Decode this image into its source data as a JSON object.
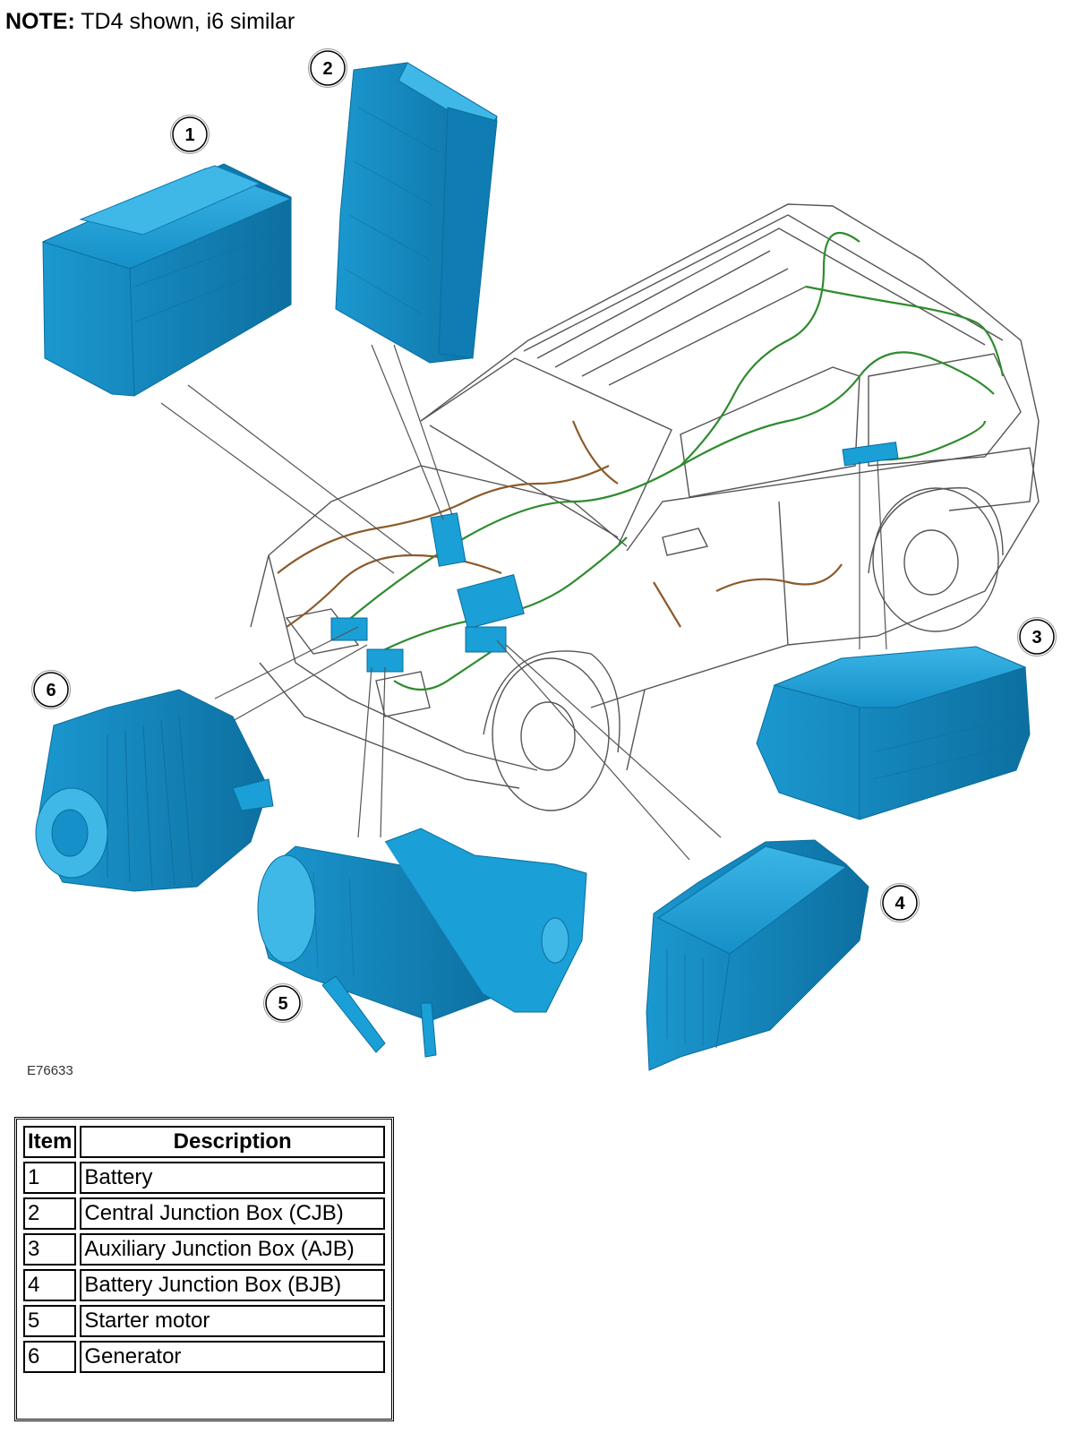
{
  "note": {
    "label": "NOTE:",
    "text": " TD4 shown, i6 similar"
  },
  "figure_id": "E76633",
  "callouts": [
    "1",
    "2",
    "3",
    "4",
    "5",
    "6"
  ],
  "colors": {
    "component": "#1a9fd6",
    "component_dark": "#0a6e9c",
    "wiring_green": "#2e8b2e",
    "wiring_brown": "#8b5a2b"
  },
  "legend": {
    "headers": {
      "item": "Item",
      "description": "Description"
    },
    "rows": [
      {
        "item": "1",
        "description": "Battery"
      },
      {
        "item": "2",
        "description": "Central Junction Box (CJB)"
      },
      {
        "item": "3",
        "description": "Auxiliary Junction Box (AJB)"
      },
      {
        "item": "4",
        "description": "Battery Junction Box (BJB)"
      },
      {
        "item": "5",
        "description": "Starter motor"
      },
      {
        "item": "6",
        "description": "Generator"
      }
    ]
  }
}
